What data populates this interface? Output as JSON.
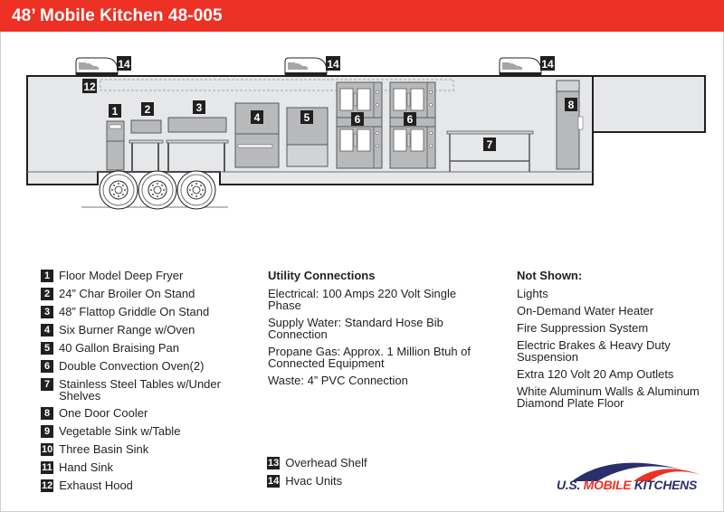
{
  "header": {
    "title": "48’ Mobile Kitchen 48-005",
    "background_color": "#ed3124"
  },
  "diagram": {
    "callouts": [
      {
        "number": "1",
        "label": "Floor Model Deep Fryer"
      },
      {
        "number": "2",
        "label": "24” Char Broiler On Stand"
      },
      {
        "number": "3",
        "label": "48” Flattop Griddle On Stand"
      },
      {
        "number": "4",
        "label": "Six Burner Range w/Oven"
      },
      {
        "number": "5",
        "label": "40 Gallon Braising Pan"
      },
      {
        "number": "6",
        "label": "Double Convection Oven"
      },
      {
        "number": "6",
        "label": "Double Convection Oven"
      },
      {
        "number": "7",
        "label": "Stainless Steel Table"
      },
      {
        "number": "8",
        "label": "One Door Cooler"
      },
      {
        "number": "12",
        "label": "Exhaust Hood"
      },
      {
        "number": "14",
        "label": "Hvac Unit"
      },
      {
        "number": "14",
        "label": "Hvac Unit"
      },
      {
        "number": "14",
        "label": "Hvac Unit"
      }
    ]
  },
  "legend": {
    "items": [
      {
        "number": "1",
        "text": "Floor Model Deep Fryer"
      },
      {
        "number": "2",
        "text": "24” Char Broiler On Stand"
      },
      {
        "number": "3",
        "text": "48” Flattop Griddle On Stand"
      },
      {
        "number": "4",
        "text": "Six Burner Range w/Oven"
      },
      {
        "number": "5",
        "text": "40 Gallon Braising Pan"
      },
      {
        "number": "6",
        "text": "Double Convection Oven(2)"
      },
      {
        "number": "7",
        "text": "Stainless Steel Tables w/Under Shelves"
      },
      {
        "number": "8",
        "text": "One Door Cooler"
      },
      {
        "number": "9",
        "text": "Vegetable Sink w/Table"
      },
      {
        "number": "10",
        "text": "Three Basin Sink"
      },
      {
        "number": "11",
        "text": "Hand Sink"
      },
      {
        "number": "12",
        "text": "Exhaust Hood"
      }
    ],
    "items2": [
      {
        "number": "13",
        "text": "Overhead Shelf"
      },
      {
        "number": "14",
        "text": "Hvac Units"
      }
    ]
  },
  "utility": {
    "title": "Utility Connections",
    "items": [
      "Electrical: 100 Amps 220 Volt Single Phase",
      "Supply Water: Standard Hose Bib Connection",
      "Propane Gas: Approx. 1 Million Btuh of Connected Equipment",
      "Waste: 4” PVC Connection"
    ]
  },
  "not_shown": {
    "title": "Not Shown:",
    "items": [
      "Lights",
      "On-Demand Water Heater",
      "Fire Suppression System",
      "Electric Brakes & Heavy Duty Suspension",
      "Extra 120 Volt 20 Amp Outlets",
      "White Aluminum Walls & Aluminum Diamond Plate Floor"
    ]
  },
  "logo": {
    "part1": "U.S. ",
    "part2": "MOBILE",
    "part3": " KITCHENS",
    "navy": "#2a2f6b",
    "red": "#ed3124"
  }
}
